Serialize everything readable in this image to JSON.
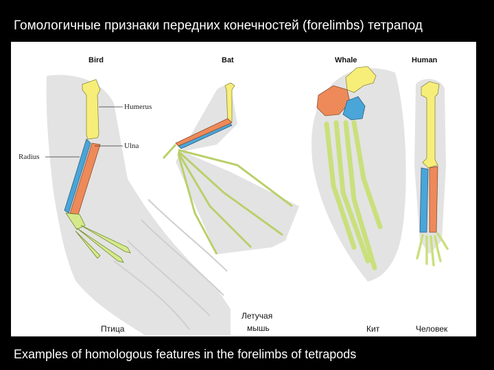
{
  "title": "Гомологичные признаки  передних  конечностей (forelimbs) тетрапод",
  "caption": "Examples of homologous features in the forelimbs of tetrapods",
  "figure": {
    "species_en": [
      "Bird",
      "Bat",
      "Whale",
      "Human"
    ],
    "bone_labels": {
      "humerus": "Humerus",
      "ulna": "Ulna",
      "radius": "Radius"
    },
    "species_ru": {
      "bird": "Птица",
      "bat_line1": "Летучая",
      "bat_line2": "мышь",
      "whale": "Кит",
      "human": "Человек"
    }
  },
  "colors": {
    "background": "#000000",
    "panel": "#ffffff",
    "limb_silhouette": "#e3e3e3",
    "humerus": "#f7ee7a",
    "radius": "#4aa5d8",
    "ulna": "#ee8a5a",
    "hand": "#d5e98c"
  }
}
